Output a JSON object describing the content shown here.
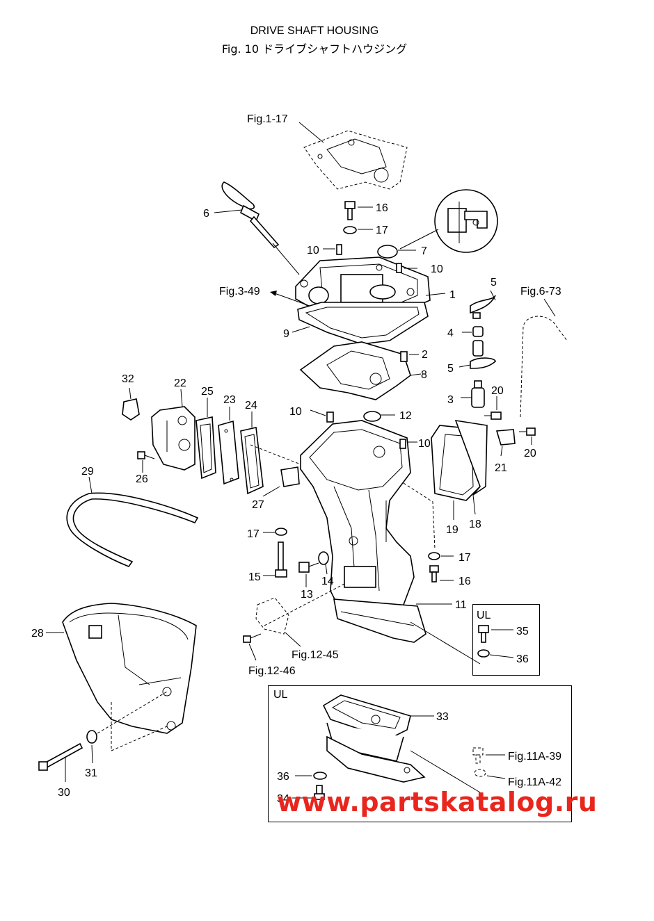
{
  "title": {
    "line1": "DRIVE SHAFT HOUSING",
    "line2": "Fig. 10     ドライブシャフトハウジング"
  },
  "refs": {
    "fig1_17": "Fig.1-17",
    "fig3_49": "Fig.3-49",
    "fig6_73": "Fig.6-73",
    "fig12_45": "Fig.12-45",
    "fig12_46": "Fig.12-46",
    "fig11a_39": "Fig.11A-39",
    "fig11a_42": "Fig.11A-42"
  },
  "boxes": {
    "ul_small": "UL",
    "ul_large": "UL"
  },
  "callouts": {
    "c1": "1",
    "c2": "2",
    "c3": "3",
    "c4": "4",
    "c5a": "5",
    "c5b": "5",
    "c6": "6",
    "c7": "7",
    "c8": "8",
    "c9": "9",
    "c10a": "10",
    "c10b": "10",
    "c10c": "10",
    "c10d": "10",
    "c11": "11",
    "c12": "12",
    "c13": "13",
    "c14": "14",
    "c15": "15",
    "c16a": "16",
    "c16b": "16",
    "c17a": "17",
    "c17b": "17",
    "c17c": "17",
    "c18": "18",
    "c19": "19",
    "c20a": "20",
    "c20b": "20",
    "c21": "21",
    "c22": "22",
    "c23": "23",
    "c24": "24",
    "c25": "25",
    "c26": "26",
    "c27": "27",
    "c28": "28",
    "c29": "29",
    "c30": "30",
    "c31": "31",
    "c32": "32",
    "c33": "33",
    "c34": "34",
    "c35": "35",
    "c36a": "36",
    "c36b": "36"
  },
  "watermark": "www.partskatalog.ru",
  "colors": {
    "watermark": "#e8261d",
    "line": "#000000"
  }
}
